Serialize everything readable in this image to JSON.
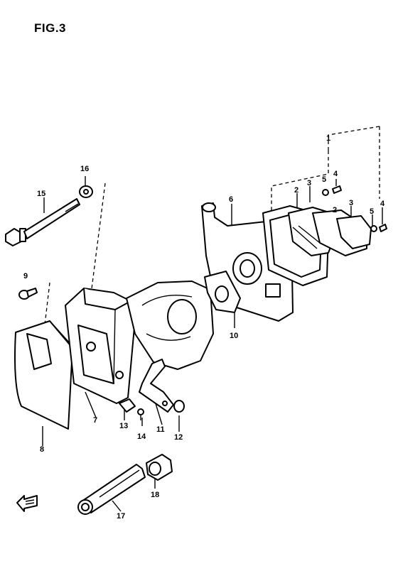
{
  "figure": {
    "title": "FIG.3"
  },
  "callouts": {
    "c1": "1",
    "c2a": "2",
    "c3a": "3",
    "c4a": "4",
    "c5a": "5",
    "c2b": "2",
    "c3b": "3",
    "c4b": "4",
    "c5b": "5",
    "c6": "6",
    "c7": "7",
    "c8": "8",
    "c9": "9",
    "c10": "10",
    "c11": "11",
    "c12": "12",
    "c13": "13",
    "c14": "14",
    "c15": "15",
    "c16": "16",
    "c17": "17",
    "c18": "18"
  },
  "icons": {
    "direction": "fwd-arrow-icon"
  }
}
